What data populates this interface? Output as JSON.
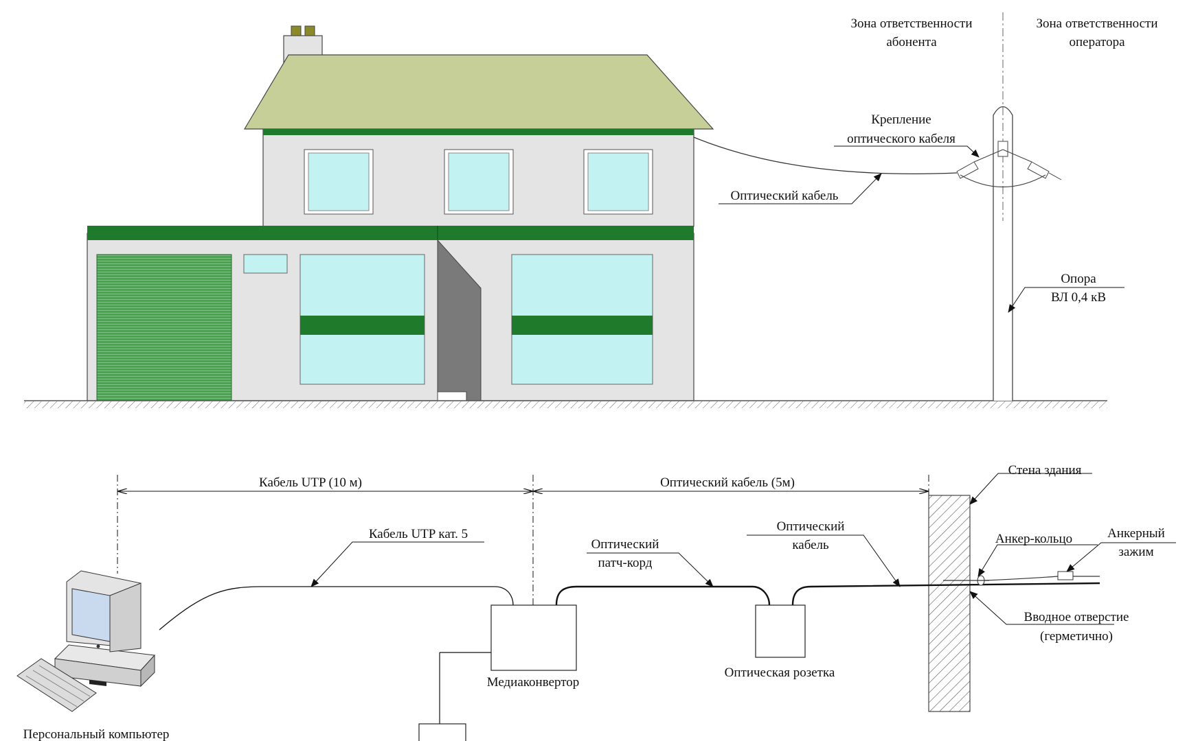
{
  "zones": {
    "subscriber": [
      "Зона ответственности",
      "абонента"
    ],
    "operator": [
      "Зона ответственности",
      "оператора"
    ]
  },
  "top": {
    "fastening": [
      "Крепление",
      "оптического кабеля"
    ],
    "optical_cable": "Оптический кабель",
    "pole": [
      "Опора",
      "ВЛ 0,4 кВ"
    ]
  },
  "bottom": {
    "dim_utp": "Кабель UTP (10 м)",
    "dim_optical": "Оптический кабель (5м)",
    "utp_cat5": "Кабель UTP кат. 5",
    "patch_cord": [
      "Оптический",
      "патч-корд"
    ],
    "optical_cable": [
      "Оптический",
      "кабель"
    ],
    "wall": "Стена здания",
    "anchor_ring": "Анкер-кольцо",
    "anchor_clamp": [
      "Анкерный",
      "зажим"
    ],
    "entry_hole": [
      "Вводное отверстие",
      "(герметично)"
    ],
    "media_converter": "Медиаконвертор",
    "optical_socket": "Оптическая розетка",
    "pc": "Персональный компьютер"
  },
  "colors": {
    "roof": "#c6cf98",
    "trim_green": "#1f7a2c",
    "garage_door": "#4aa350",
    "window": "#c2f2f2",
    "wall": "#e4e4e4",
    "doorway": "#7a7a7a"
  }
}
